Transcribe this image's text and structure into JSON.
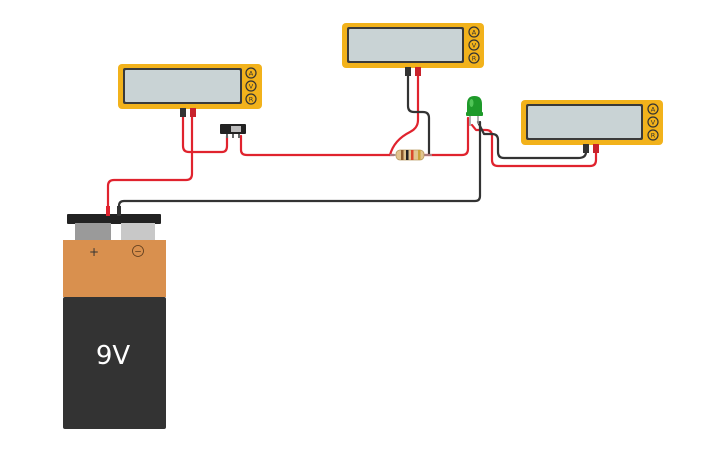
{
  "battery": {
    "label": "9V",
    "positive_symbol": "+",
    "negative_symbol": "−"
  },
  "multimeters": [
    {
      "name": "multimeter-left",
      "buttons": [
        "A",
        "V",
        "R"
      ],
      "display": ""
    },
    {
      "name": "multimeter-top",
      "buttons": [
        "A",
        "V",
        "R"
      ],
      "display": ""
    },
    {
      "name": "multimeter-right",
      "buttons": [
        "A",
        "V",
        "R"
      ],
      "display": ""
    }
  ],
  "colors": {
    "meter_body": "#f2b21b",
    "meter_screen": "#c9d3d5",
    "wire_red": "#e0232e",
    "wire_black": "#333333",
    "led_green": "#1e9a2a",
    "battery_copper": "#d9904e",
    "battery_body": "#333333",
    "battery_cap": "#222222"
  }
}
